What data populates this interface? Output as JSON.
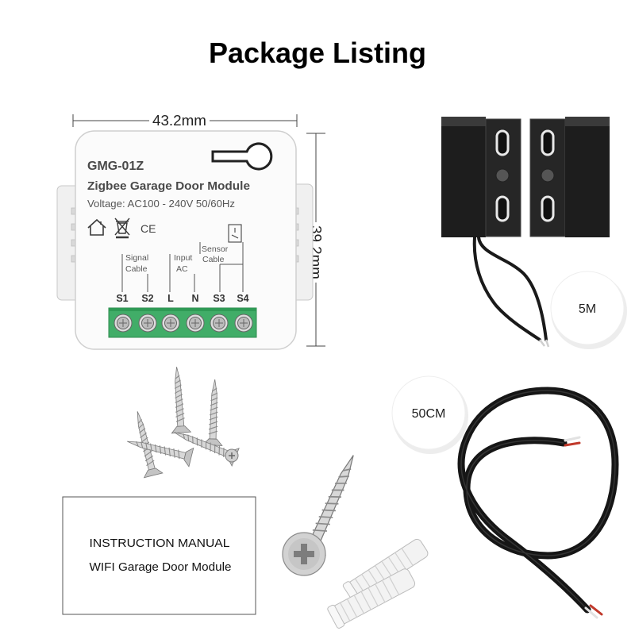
{
  "title": "Package Listing",
  "module": {
    "width_label": "43.2mm",
    "height_label": "39.2mm",
    "model": "GMG-01Z",
    "name": "Zigbee Garage Door Module",
    "voltage": "Voltage: AC100 - 240V 50/60Hz",
    "ce_mark": "CE",
    "signal_cable": [
      "Signal",
      "Cable"
    ],
    "input_ac": [
      "Input",
      "AC"
    ],
    "sensor_cable": [
      "Sensor",
      "Cable"
    ],
    "terminals": [
      "S1",
      "S2",
      "L",
      "N",
      "S3",
      "S4"
    ],
    "terminal_block_color": "#41ad68"
  },
  "sensor": {
    "cable_length": "5M",
    "color": "#1d1d1d"
  },
  "extension_cable": {
    "length": "50CM"
  },
  "manual": {
    "line1": "INSTRUCTION MANUAL",
    "line2": "WIFI Garage Door Module"
  },
  "icons": {
    "house": "house-icon",
    "weee": "crossed-bin-icon"
  }
}
